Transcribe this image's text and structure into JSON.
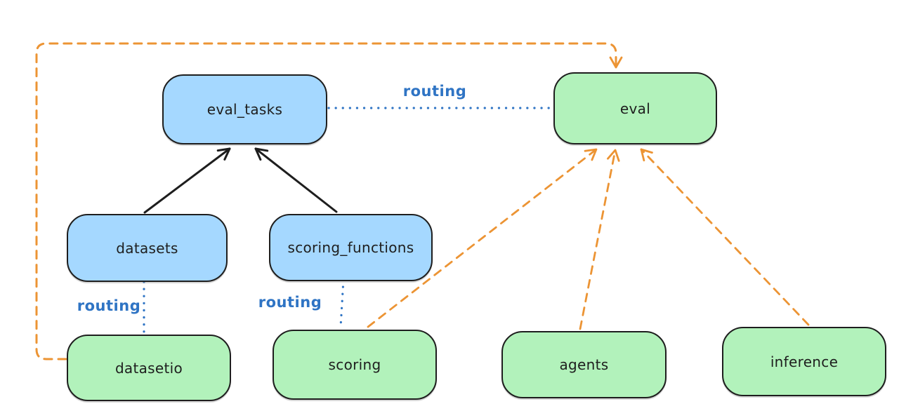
{
  "diagram": {
    "kind": "architecture-diagram",
    "background": "#ffffff"
  },
  "colors": {
    "blue_node_fill": "#a5d8ff",
    "green_node_fill": "#b2f2bb",
    "node_stroke": "#1e1e1e",
    "black_edge": "#1e1e1e",
    "orange_edge": "#ec9434",
    "blue_edge": "#2f74c4"
  },
  "nodes": {
    "eval_tasks": {
      "label": "eval_tasks",
      "color": "blue"
    },
    "eval": {
      "label": "eval",
      "color": "green"
    },
    "datasets": {
      "label": "datasets",
      "color": "blue"
    },
    "scoring_functions": {
      "label": "scoring_functions",
      "color": "blue"
    },
    "datasetio": {
      "label": "datasetio",
      "color": "green"
    },
    "scoring": {
      "label": "scoring",
      "color": "green"
    },
    "agents": {
      "label": "agents",
      "color": "green"
    },
    "inference": {
      "label": "inference",
      "color": "green"
    }
  },
  "edges": [
    {
      "from": "datasets",
      "to": "eval_tasks",
      "style": "solid",
      "color": "black",
      "arrow": true
    },
    {
      "from": "scoring_functions",
      "to": "eval_tasks",
      "style": "solid",
      "color": "black",
      "arrow": true
    },
    {
      "from": "eval_tasks",
      "to": "eval",
      "style": "dotted",
      "color": "blue",
      "label": "routing",
      "arrow": false
    },
    {
      "from": "datasets",
      "to": "datasetio",
      "style": "dotted",
      "color": "blue",
      "label": "routing",
      "arrow": false
    },
    {
      "from": "scoring_functions",
      "to": "scoring",
      "style": "dotted",
      "color": "blue",
      "label": "routing",
      "arrow": false
    },
    {
      "from": "datasetio",
      "to": "eval",
      "style": "dashed",
      "color": "orange",
      "arrow": true,
      "route": "around-left-and-top"
    },
    {
      "from": "scoring",
      "to": "eval",
      "style": "dashed",
      "color": "orange",
      "arrow": true
    },
    {
      "from": "agents",
      "to": "eval",
      "style": "dashed",
      "color": "orange",
      "arrow": true
    },
    {
      "from": "inference",
      "to": "eval",
      "style": "dashed",
      "color": "orange",
      "arrow": true
    }
  ]
}
